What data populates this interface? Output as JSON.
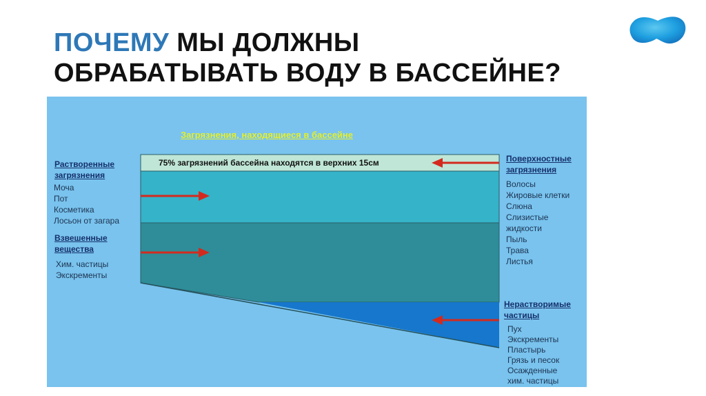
{
  "slide": {
    "title_accent": "ПОЧЕМУ",
    "title_rest_line1": "МЫ ДОЛЖНЫ",
    "title_line2": "ОБРАБАТЫВАТЬ ВОДУ В БАССЕЙНЕ?"
  },
  "diagram": {
    "title": "Загрязнения, находящиеся в бассейне",
    "surface_banner": "75% загрязнений бассейна находятся в верхних 15см",
    "colors": {
      "panel": "#79c3ee",
      "surface_layer": "#bfe6d6",
      "top_layer": "#35b3c8",
      "middle_layer": "#2e8d98",
      "bottom_layer": "#1677cc",
      "arrow": "#d42a1e"
    },
    "left": {
      "dissolved_header": [
        "Растворенные",
        "загрязнения"
      ],
      "dissolved_items": [
        "Моча",
        "Пот",
        "Косметика",
        "Лосьон от загара"
      ],
      "suspended_header": [
        "Взвешенные",
        "вещества"
      ],
      "suspended_items": [
        "Хим. частицы",
        "Экскременты"
      ]
    },
    "right": {
      "surface_header": [
        "Поверхностные",
        "загрязнения"
      ],
      "surface_items": [
        "Волосы",
        "Жировые клетки",
        "Слюна",
        "Слизистые",
        "жидкости",
        "Пыль",
        "Трава",
        "Листья"
      ],
      "insoluble_header": [
        "Нерастворимые",
        "частицы"
      ],
      "insoluble_items": [
        "Пух",
        "Экскременты",
        "Пластырь",
        "Грязь и песок",
        "Осажденные",
        "хим. частицы"
      ]
    }
  }
}
